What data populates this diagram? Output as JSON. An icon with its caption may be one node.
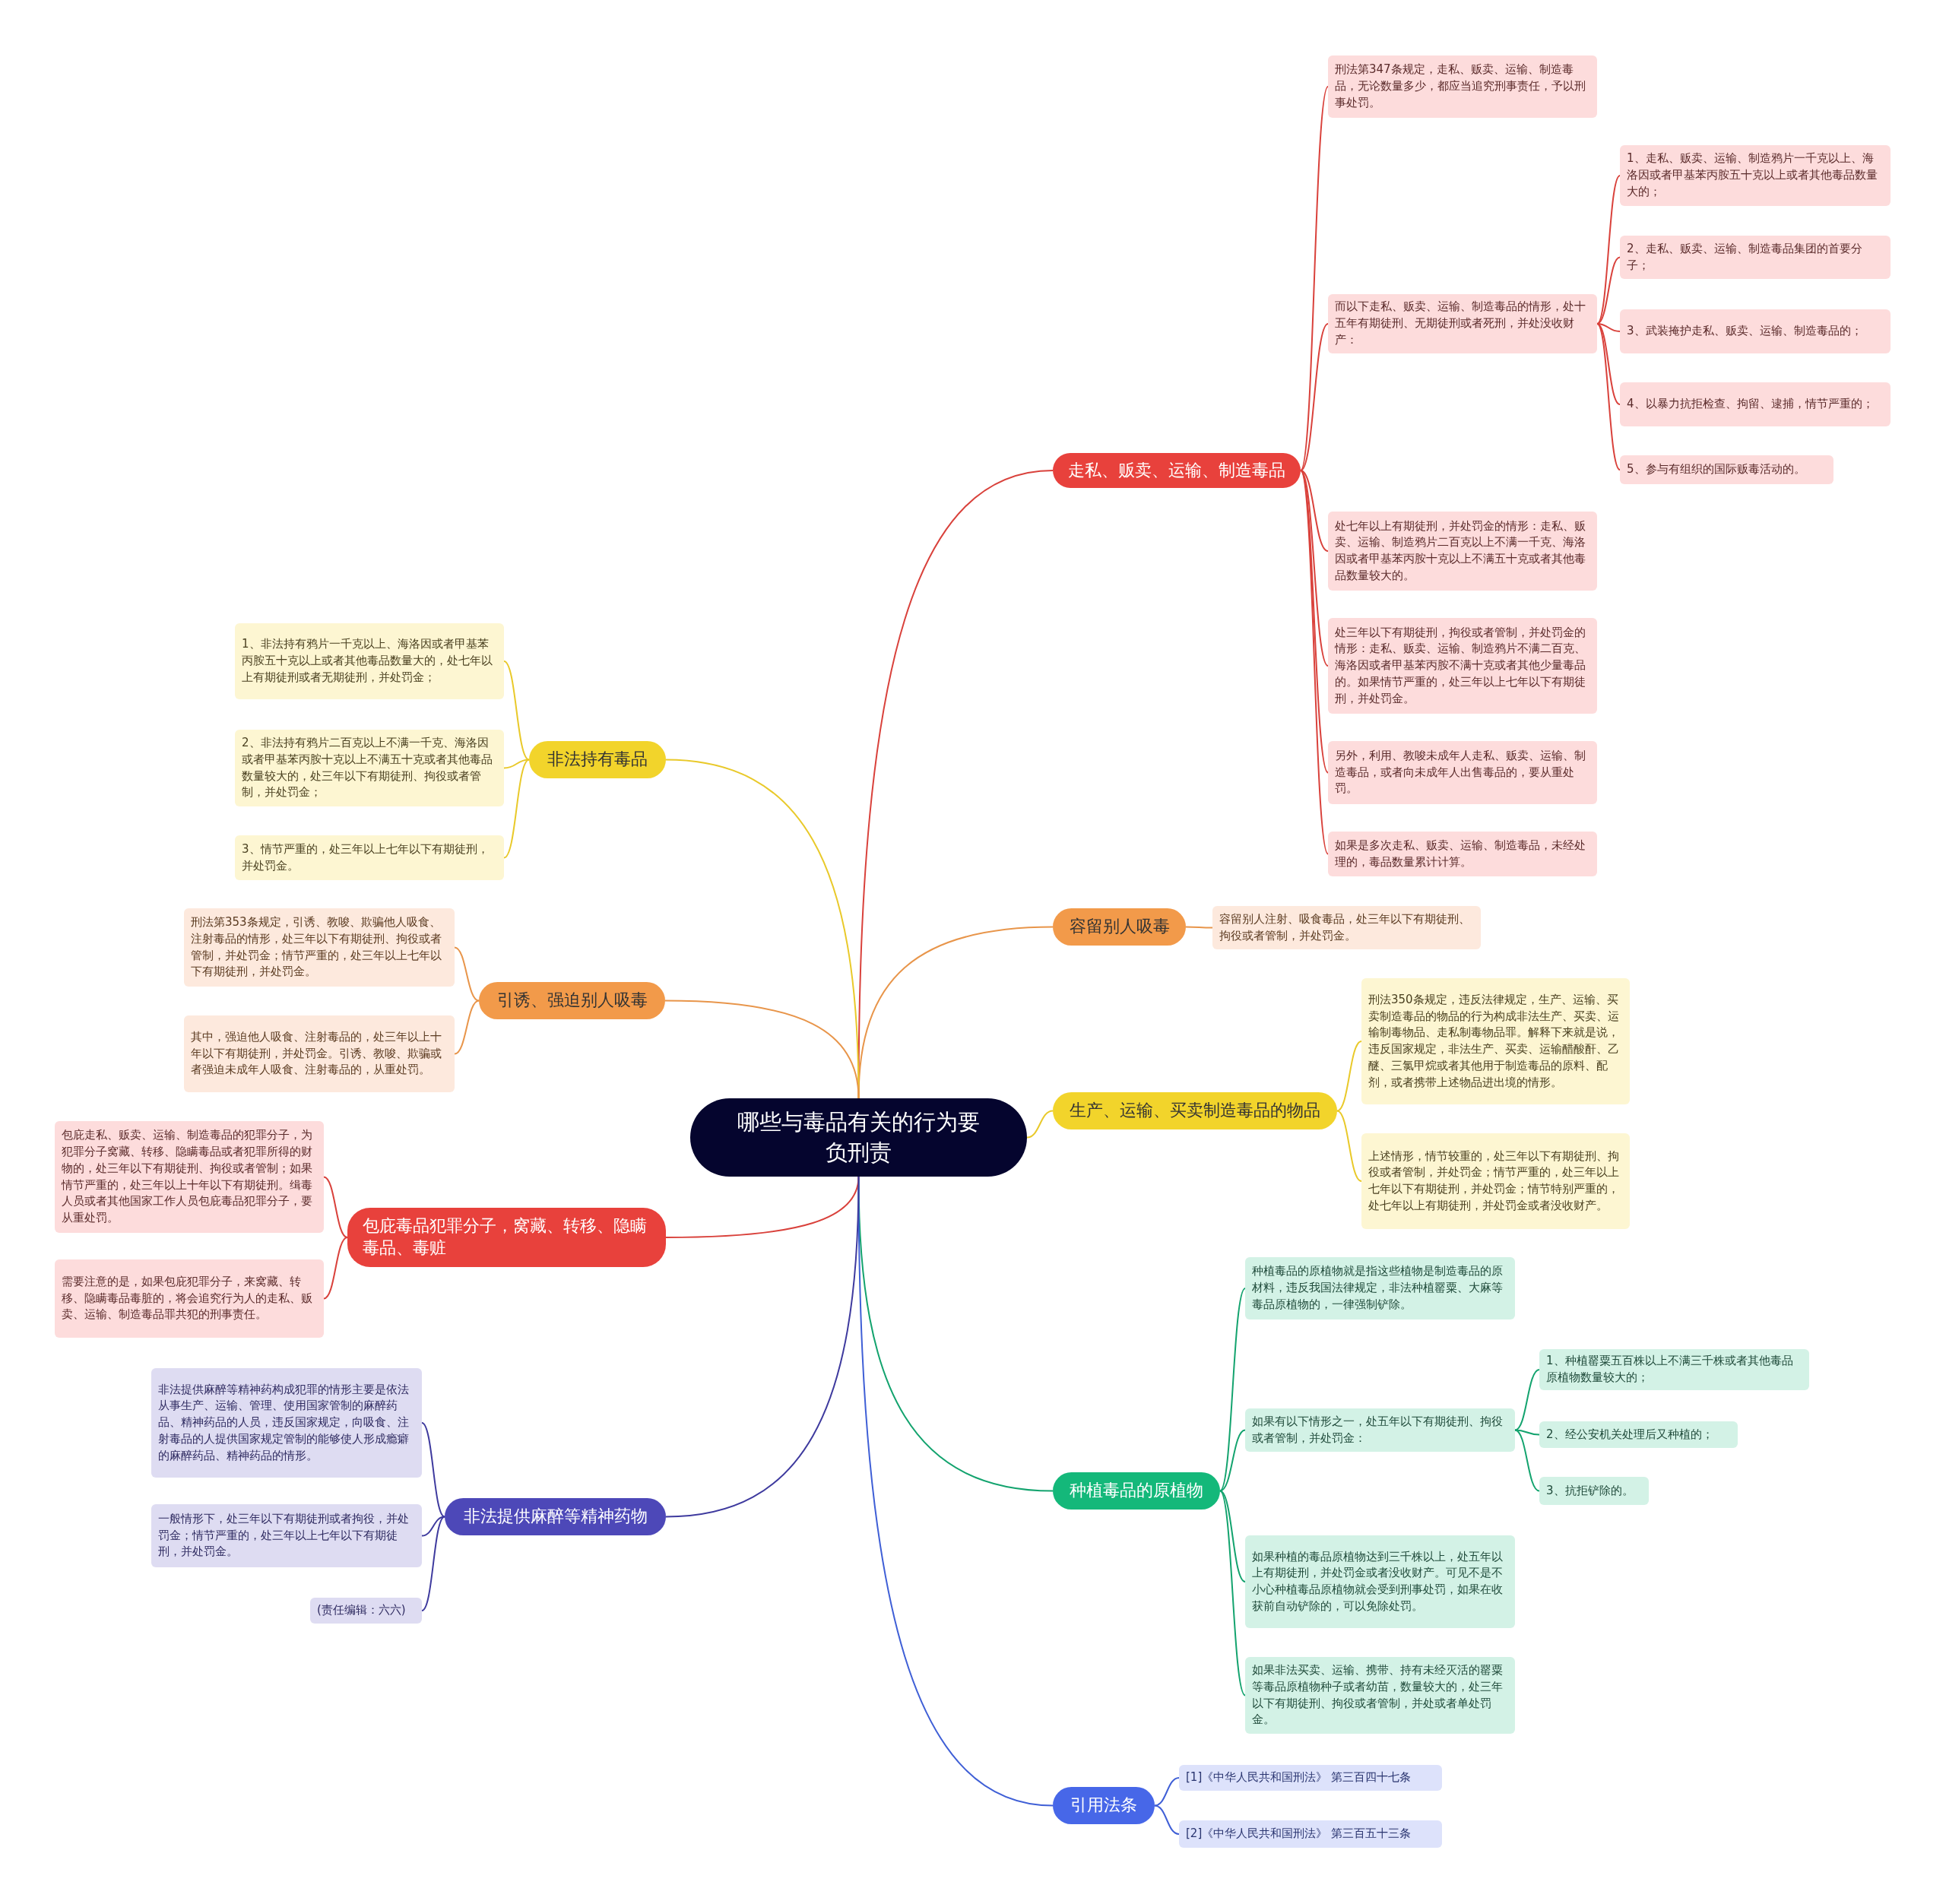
{
  "diagram": {
    "nodes": [
      {
        "text": [
          "哪些与毒品有关的行为要负刑责"
        ]
      },
      {
        "text": [
          "走私、贩卖、运输、制造毒品"
        ]
      },
      {
        "text": [
          "刑法第347条规定，走私、贩卖、运输、制造毒品，无论数量多少，都应当追究刑事责任，予以刑事处罚。"
        ]
      },
      {
        "text": [
          "而以下走私、贩卖、运输、制造毒品的情形，处十五年有期徒刑、无期徒刑或者死刑，并处没收财产："
        ]
      },
      {
        "text": [
          "1、走私、贩卖、运输、制造鸦片一千克以上、海洛因或者甲基苯丙胺五十克以上或者其他毒品数量大的；"
        ]
      },
      {
        "text": [
          "2、走私、贩卖、运输、制造毒品集团的首要分子；"
        ]
      },
      {
        "text": [
          "3、武装掩护走私、贩卖、运输、制造毒品的；"
        ]
      },
      {
        "text": [
          "4、以暴力抗拒检查、拘留、逮捕，情节严重的；"
        ]
      },
      {
        "text": [
          "5、参与有组织的国际贩毒活动的。"
        ]
      },
      {
        "text": [
          "处七年以上有期徒刑，并处罚金的情形：走私、贩卖、运输、制造鸦片二百克以上不满一千克、海洛因或者甲基苯丙胺十克以上不满五十克或者其他毒品数量较大的。"
        ]
      },
      {
        "text": [
          "处三年以下有期徒刑，拘役或者管制，并处罚金的情形：走私、贩卖、运输、制造鸦片不满二百克、海洛因或者甲基苯丙胺不满十克或者其他少量毒品的。如果情节严重的，处三年以上七年以下有期徒刑，并处罚金。"
        ]
      },
      {
        "text": [
          "另外，利用、教唆未成年人走私、贩卖、运输、制造毒品，或者向未成年人出售毒品的，要从重处罚。"
        ]
      },
      {
        "text": [
          "如果是多次走私、贩卖、运输、制造毒品，未经处理的，毒品数量累计计算。"
        ]
      },
      {
        "text": [
          "容留别人吸毒"
        ]
      },
      {
        "text": [
          "容留别人注射、吸食毒品，处三年以下有期徒刑、拘役或者管制，并处罚金。"
        ]
      },
      {
        "text": [
          "生产、运输、买卖制造毒品的物品"
        ]
      },
      {
        "text": [
          "刑法350条规定，违反法律规定，生产、运输、买卖制造毒品的物品的行为构成非法生产、买卖、运输制毒物品、走私制毒物品罪。解释下来就是说，违反国家规定，非法生产、买卖、运输醋酸酐、乙醚、三氯甲烷或者其他用于制造毒品的原料、配剂，或者携带上述物品进出境的情形。"
        ]
      },
      {
        "text": [
          "上述情形，情节较重的，处三年以下有期徒刑、拘役或者管制，并处罚金；情节严重的，处三年以上七年以下有期徒刑，并处罚金；情节特别严重的，处七年以上有期徒刑，并处罚金或者没收财产。"
        ]
      },
      {
        "text": [
          "种植毒品的原植物"
        ]
      },
      {
        "text": [
          "种植毒品的原植物就是指这些植物是制造毒品的原材料，违反我国法律规定，非法种植罂粟、大麻等毒品原植物的，一律强制铲除。"
        ]
      },
      {
        "text": [
          "如果有以下情形之一，处五年以下有期徒刑、拘役或者管制，并处罚金："
        ]
      },
      {
        "text": [
          "1、种植罂粟五百株以上不满三千株或者其他毒品原植物数量较大的；"
        ]
      },
      {
        "text": [
          "2、经公安机关处理后又种植的；"
        ]
      },
      {
        "text": [
          "3、抗拒铲除的。"
        ]
      },
      {
        "text": [
          "如果种植的毒品原植物达到三千株以上，处五年以上有期徒刑，并处罚金或者没收财产。可见不是不小心种植毒品原植物就会受到刑事处罚，如果在收获前自动铲除的，可以免除处罚。"
        ]
      },
      {
        "text": [
          "如果非法买卖、运输、携带、持有未经灭活的罂粟等毒品原植物种子或者幼苗，数量较大的，处三年以下有期徒刑、拘役或者管制，并处或者单处罚金。"
        ]
      },
      {
        "text": [
          "引用法条"
        ]
      },
      {
        "text": [
          "[1]《中华人民共和国刑法》 第三百四十七条"
        ]
      },
      {
        "text": [
          "[2]《中华人民共和国刑法》 第三百五十三条"
        ]
      },
      {
        "text": [
          "非法持有毒品"
        ]
      },
      {
        "text": [
          "1、非法持有鸦片一千克以上、海洛因或者甲基苯丙胺五十克以上或者其他毒品数量大的，处七年以上有期徒刑或者无期徒刑，并处罚金；"
        ]
      },
      {
        "text": [
          "2、非法持有鸦片二百克以上不满一千克、海洛因或者甲基苯丙胺十克以上不满五十克或者其他毒品数量较大的，处三年以下有期徒刑、拘役或者管制，并处罚金；"
        ]
      },
      {
        "text": [
          "3、情节严重的，处三年以上七年以下有期徒刑，并处罚金。"
        ]
      },
      {
        "text": [
          "引诱、强迫别人吸毒"
        ]
      },
      {
        "text": [
          "刑法第353条规定，引诱、教唆、欺骗他人吸食、注射毒品的情形，处三年以下有期徒刑、拘役或者管制，并处罚金；情节严重的，处三年以上七年以下有期徒刑，并处罚金。"
        ]
      },
      {
        "text": [
          "其中，强迫他人吸食、注射毒品的，处三年以上十年以下有期徒刑，并处罚金。引诱、教唆、欺骗或者强迫未成年人吸食、注射毒品的，从重处罚。"
        ]
      },
      {
        "text": [
          "包庇毒品犯罪分子，窝藏、转移、隐瞒毒品、毒赃"
        ]
      },
      {
        "text": [
          "包庇走私、贩卖、运输、制造毒品的犯罪分子，为犯罪分子窝藏、转移、隐瞒毒品或者犯罪所得的财物的，处三年以下有期徒刑、拘役或者管制；如果情节严重的，处三年以上十年以下有期徒刑。缉毒人员或者其他国家工作人员包庇毒品犯罪分子，要从重处罚。"
        ]
      },
      {
        "text": [
          "需要注意的是，如果包庇犯罪分子，来窝藏、转移、隐瞒毒品毒脏的，将会追究行为人的走私、贩卖、运输、制造毒品罪共犯的刑事责任。"
        ]
      },
      {
        "text": [
          "非法提供麻醉等精神药物"
        ]
      },
      {
        "text": [
          "非法提供麻醉等精神药构成犯罪的情形主要是依法从事生产、运输、管理、使用国家管制的麻醉药品、精神药品的人员，违反国家规定，向吸食、注射毒品的人提供国家规定管制的能够使人形成瘾癖的麻醉药品、精神药品的情形。"
        ]
      },
      {
        "text": [
          "一般情形下，处三年以下有期徒刑或者拘役，并处罚金；情节严重的，处三年以上七年以下有期徒刑，并处罚金。"
        ]
      },
      {
        "text": [
          "(责任编辑：六六)"
        ]
      }
    ],
    "edges": [
      {
        "from": 0,
        "to": 1,
        "arrow": "none",
        "color": "#d9413b"
      },
      {
        "from": 1,
        "to": 2,
        "arrow": "none",
        "color": "#d9413b"
      },
      {
        "from": 1,
        "to": 3,
        "arrow": "none",
        "color": "#d9413b"
      },
      {
        "from": 3,
        "to": 4,
        "arrow": "none",
        "color": "#d9413b"
      },
      {
        "from": 3,
        "to": 5,
        "arrow": "none",
        "color": "#d9413b"
      },
      {
        "from": 3,
        "to": 6,
        "arrow": "none",
        "color": "#d9413b"
      },
      {
        "from": 3,
        "to": 7,
        "arrow": "none",
        "color": "#d9413b"
      },
      {
        "from": 3,
        "to": 8,
        "arrow": "none",
        "color": "#d9413b"
      },
      {
        "from": 1,
        "to": 9,
        "arrow": "none",
        "color": "#d9413b"
      },
      {
        "from": 1,
        "to": 10,
        "arrow": "none",
        "color": "#d9413b"
      },
      {
        "from": 1,
        "to": 11,
        "arrow": "none",
        "color": "#d9413b"
      },
      {
        "from": 1,
        "to": 12,
        "arrow": "none",
        "color": "#d9413b"
      },
      {
        "from": 0,
        "to": 13,
        "arrow": "none",
        "color": "#e8954a"
      },
      {
        "from": 13,
        "to": 14,
        "arrow": "none",
        "color": "#e8954a"
      },
      {
        "from": 0,
        "to": 15,
        "arrow": "none",
        "color": "#e9c92a"
      },
      {
        "from": 15,
        "to": 16,
        "arrow": "none",
        "color": "#e9c92a"
      },
      {
        "from": 15,
        "to": 17,
        "arrow": "none",
        "color": "#e9c92a"
      },
      {
        "from": 0,
        "to": 18,
        "arrow": "none",
        "color": "#13a36e"
      },
      {
        "from": 18,
        "to": 19,
        "arrow": "none",
        "color": "#13a36e"
      },
      {
        "from": 18,
        "to": 20,
        "arrow": "none",
        "color": "#13a36e"
      },
      {
        "from": 20,
        "to": 21,
        "arrow": "none",
        "color": "#13a36e"
      },
      {
        "from": 20,
        "to": 22,
        "arrow": "none",
        "color": "#13a36e"
      },
      {
        "from": 20,
        "to": 23,
        "arrow": "none",
        "color": "#13a36e"
      },
      {
        "from": 18,
        "to": 24,
        "arrow": "none",
        "color": "#13a36e"
      },
      {
        "from": 18,
        "to": 25,
        "arrow": "none",
        "color": "#13a36e"
      },
      {
        "from": 0,
        "to": 26,
        "arrow": "none",
        "color": "#3f5fd6"
      },
      {
        "from": 26,
        "to": 27,
        "arrow": "none",
        "color": "#3f5fd6"
      },
      {
        "from": 26,
        "to": 28,
        "arrow": "none",
        "color": "#3f5fd6"
      },
      {
        "from": 30,
        "to": 29,
        "arrow": "none",
        "color": "#e9c92a"
      },
      {
        "from": 31,
        "to": 29,
        "arrow": "none",
        "color": "#e9c92a"
      },
      {
        "from": 32,
        "to": 29,
        "arrow": "none",
        "color": "#e9c92a"
      },
      {
        "from": 29,
        "to": 0,
        "arrow": "none",
        "color": "#e9c92a"
      },
      {
        "from": 34,
        "to": 33,
        "arrow": "none",
        "color": "#e8954a"
      },
      {
        "from": 35,
        "to": 33,
        "arrow": "none",
        "color": "#e8954a"
      },
      {
        "from": 33,
        "to": 0,
        "arrow": "none",
        "color": "#e8954a"
      },
      {
        "from": 37,
        "to": 36,
        "arrow": "none",
        "color": "#d9413b"
      },
      {
        "from": 38,
        "to": 36,
        "arrow": "none",
        "color": "#d9413b"
      },
      {
        "from": 36,
        "to": 0,
        "arrow": "none",
        "color": "#d9413b"
      },
      {
        "from": 40,
        "to": 39,
        "arrow": "none",
        "color": "#3e3a9e"
      },
      {
        "from": 41,
        "to": 39,
        "arrow": "none",
        "color": "#3e3a9e"
      },
      {
        "from": 42,
        "to": 39,
        "arrow": "none",
        "color": "#3e3a9e"
      },
      {
        "from": 39,
        "to": 0,
        "arrow": "none",
        "color": "#3e3a9e"
      }
    ]
  }
}
